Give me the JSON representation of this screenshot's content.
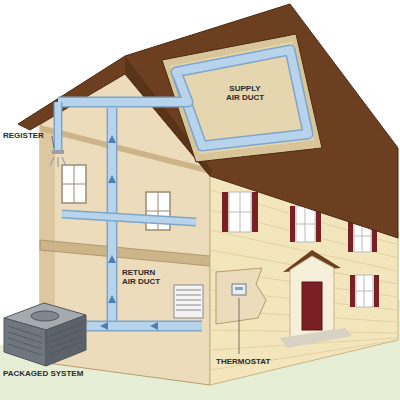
{
  "diagram": {
    "labels": [
      "REGISTER",
      "SUPPLY AIR DUCT",
      "RETURN AIR DUCT",
      "PACKAGED SYSTEM",
      "THERMOSTAT"
    ]
  }
}
